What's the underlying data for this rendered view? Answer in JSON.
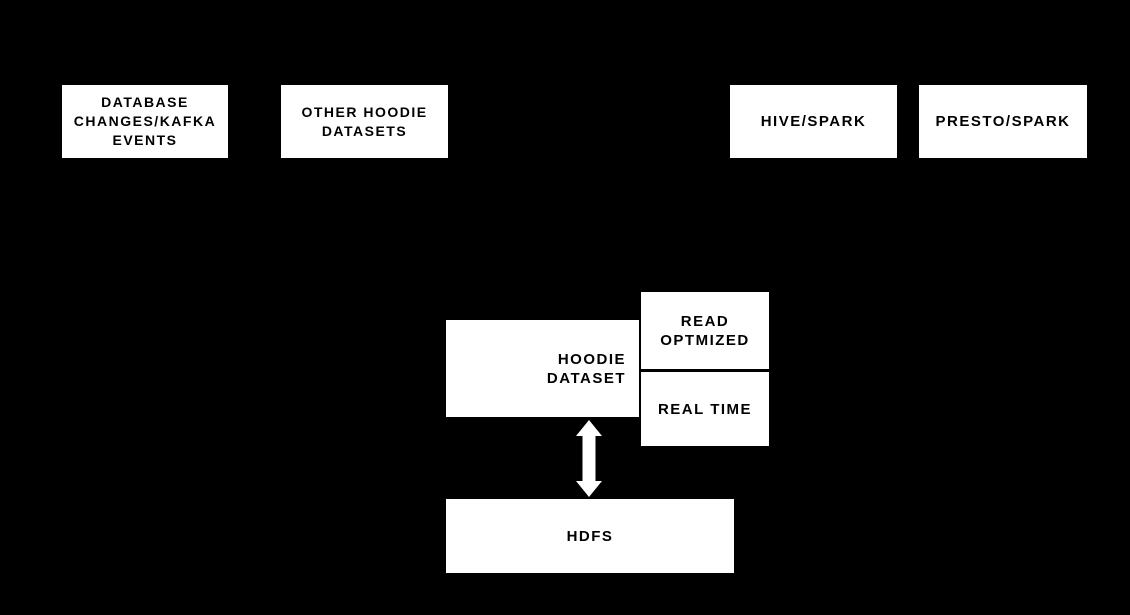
{
  "diagram": {
    "description": "Hoodie dataset architecture diagram on black background",
    "colors": {
      "background": "#000000",
      "node_fill": "#ffffff",
      "node_text": "#000000",
      "arrow": "#ffffff"
    },
    "nodes": {
      "database_changes": {
        "lines": [
          "DATABASE",
          "CHANGES/KAFKA",
          "EVENTS"
        ]
      },
      "other_hoodie_datasets": {
        "lines": [
          "OTHER HOODIE",
          "DATASETS"
        ]
      },
      "hive_spark": {
        "label": "HIVE/SPARK"
      },
      "presto_spark": {
        "label": "PRESTO/SPARK"
      },
      "hoodie_dataset": {
        "lines": [
          "HOODIE",
          "DATASET"
        ]
      },
      "read_optimized": {
        "lines": [
          "READ",
          "OPTMIZED"
        ]
      },
      "real_time": {
        "label": "REAL TIME"
      },
      "hdfs": {
        "label": "HDFS"
      }
    },
    "connectors": {
      "hoodie_hdfs_arrow": "double-headed vertical arrow between HOODIE DATASET and HDFS"
    }
  }
}
